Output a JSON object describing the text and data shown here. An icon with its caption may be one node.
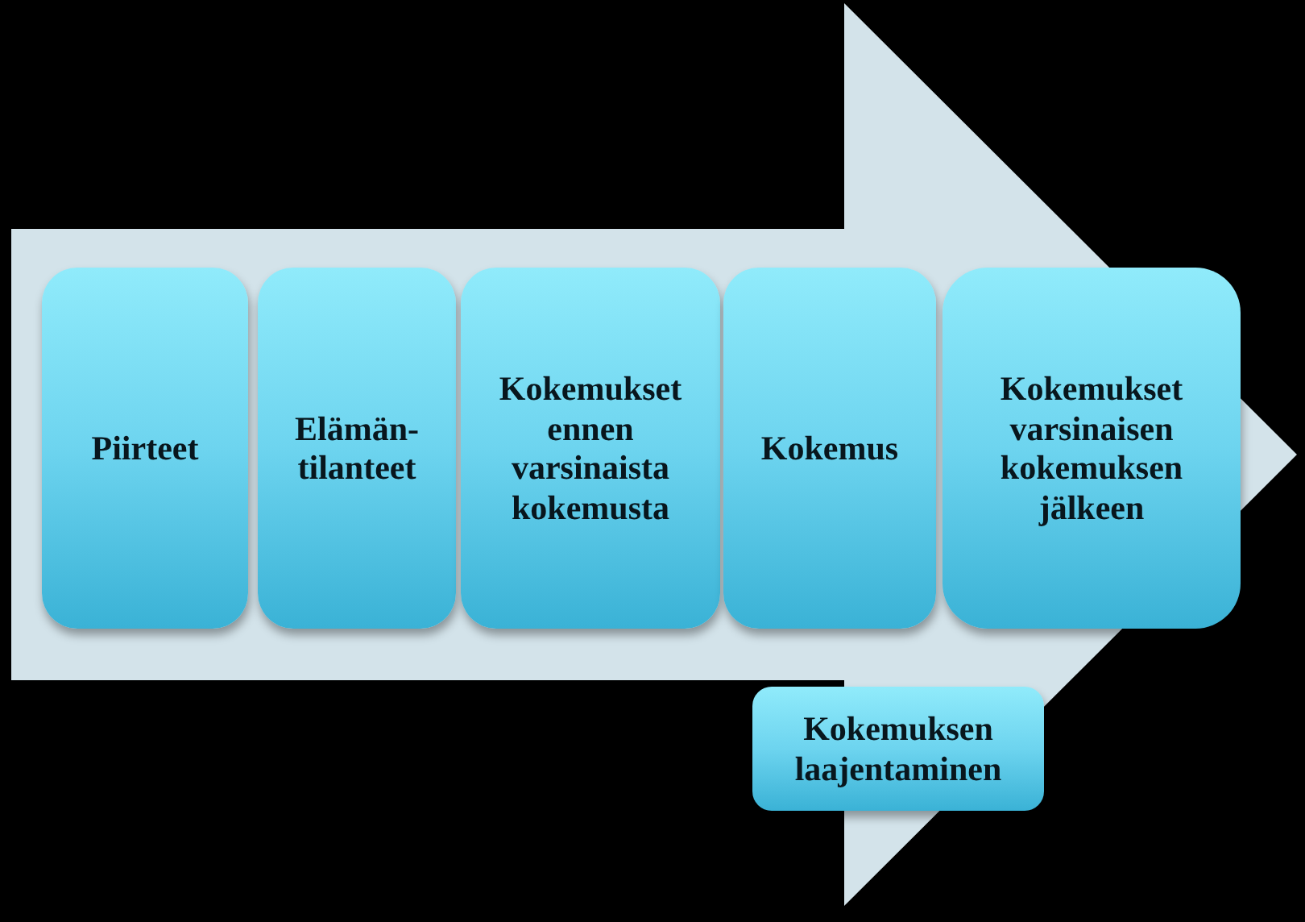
{
  "diagram": {
    "nodes": [
      {
        "text": [
          "Piirteet"
        ]
      },
      {
        "text": [
          "Elämän- tilanteet"
        ]
      },
      {
        "text": [
          "Kokemukset ennen varsinaista kokemusta"
        ]
      },
      {
        "text": [
          "Kokemus"
        ]
      },
      {
        "text": [
          "Kokemukset varsinaisen kokemuksen jälkeen"
        ]
      },
      {
        "text": [
          "Kokemuksen laajentaminen"
        ]
      }
    ]
  }
}
